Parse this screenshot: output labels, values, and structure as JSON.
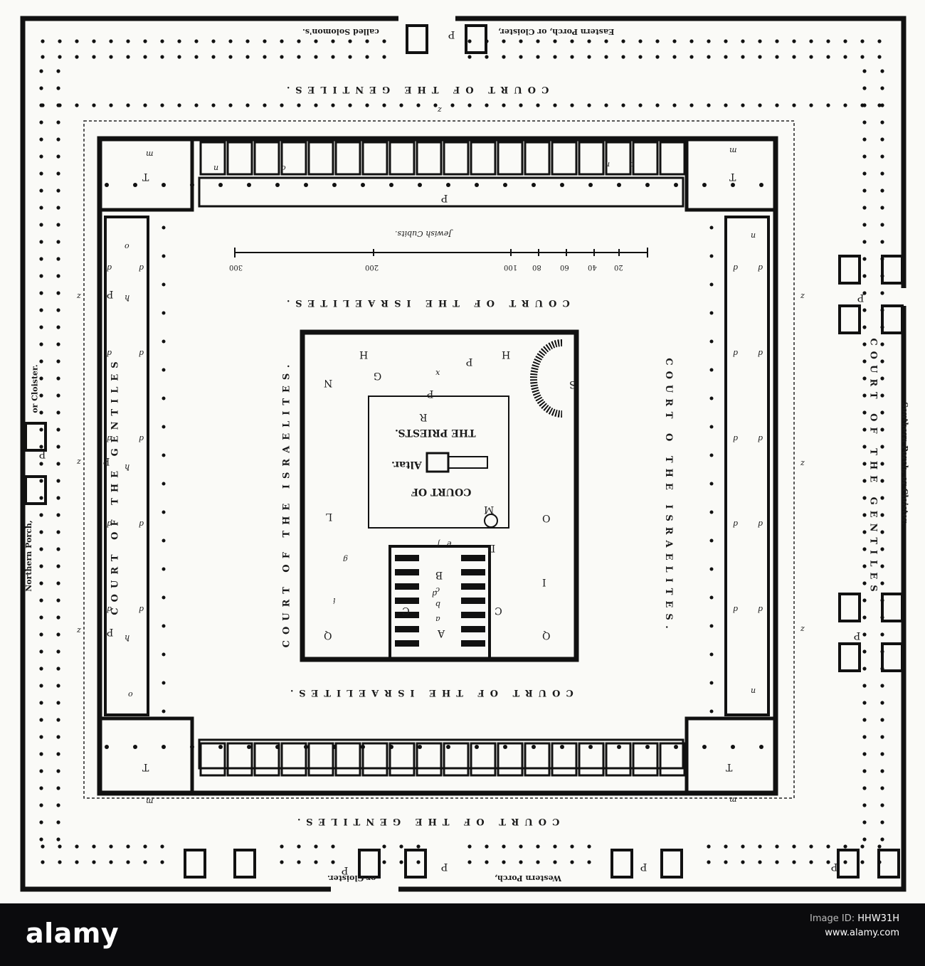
{
  "labels": {
    "court_gentiles": "COURT OF THE GENTILES.",
    "court_gentiles_side": "COURT OF THE GENTILES",
    "court_israelites": "COURT OF THE ISRAELITES.",
    "court_israelites_side_left": "COURT OF THE ISRAELITES.",
    "court_israelites_side_right": "COURT O THE ISRAELITES.",
    "court_priests_1": "COURT OF",
    "court_priests_2": "THE PRIESTS.",
    "altar": "Altar.",
    "eastern_porch": "Eastern Porch, or Cloister,",
    "called_solomons": "called Solomon's.",
    "western_porch": "Western Porch,",
    "western_porch_2": "or Cloister.",
    "northern_porch": "Northern Porch,",
    "northern_porch_2": "or Cloister.",
    "southern_porch": "Southern Porch, or Cloister.",
    "scale_title": "Jewish Cubits.",
    "scale_ticks": [
      "300",
      "200",
      "100",
      "80",
      "60",
      "40",
      "20"
    ]
  },
  "letters": {
    "T": "T",
    "P": "P",
    "p": "p",
    "d": "d",
    "m": "m",
    "n": "n",
    "o": "o",
    "z": "z",
    "h": "ħ",
    "A": "A",
    "B": "B",
    "C": "C",
    "D": "D",
    "G": "G",
    "H": "H",
    "I": "I",
    "L": "L",
    "M": "M",
    "N": "N",
    "O": "O",
    "Q": "Q",
    "R": "R",
    "S": "S",
    "a": "a",
    "b": "b",
    "c": "c",
    "e": "e",
    "f": "f",
    "g": "g",
    "i": "i",
    "x": "x"
  },
  "watermark": {
    "brand": "alamy",
    "image_id_label": "Image ID:",
    "image_id": "HHW31H",
    "site": "www.alamy.com"
  }
}
